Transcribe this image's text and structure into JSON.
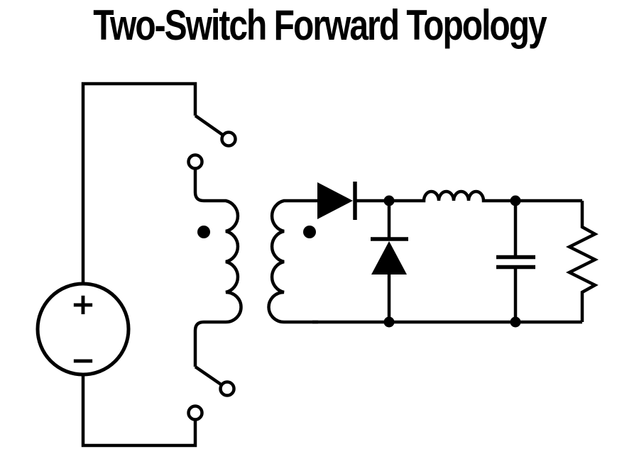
{
  "title": "Two-Switch Forward Topology",
  "colors": {
    "ink": "#000000",
    "background": "#ffffff"
  },
  "source": {
    "plus_label": "+",
    "minus_label": "−"
  },
  "components": [
    {
      "name": "dc-voltage-source",
      "symbol": "circle-with-plus-minus"
    },
    {
      "name": "high-side-switch",
      "symbol": "open-switch-two-contacts"
    },
    {
      "name": "low-side-switch",
      "symbol": "open-switch-two-contacts"
    },
    {
      "name": "transformer",
      "symbol": "primary-and-secondary-windings-with-polarity-dots"
    },
    {
      "name": "forward-diode",
      "symbol": "series-diode-pointing-right"
    },
    {
      "name": "freewheeling-diode",
      "symbol": "shunt-diode-pointing-up"
    },
    {
      "name": "output-inductor",
      "symbol": "four-hump-inductor"
    },
    {
      "name": "output-capacitor",
      "symbol": "parallel-plate-capacitor"
    },
    {
      "name": "load-resistor",
      "symbol": "zigzag-resistor"
    }
  ]
}
